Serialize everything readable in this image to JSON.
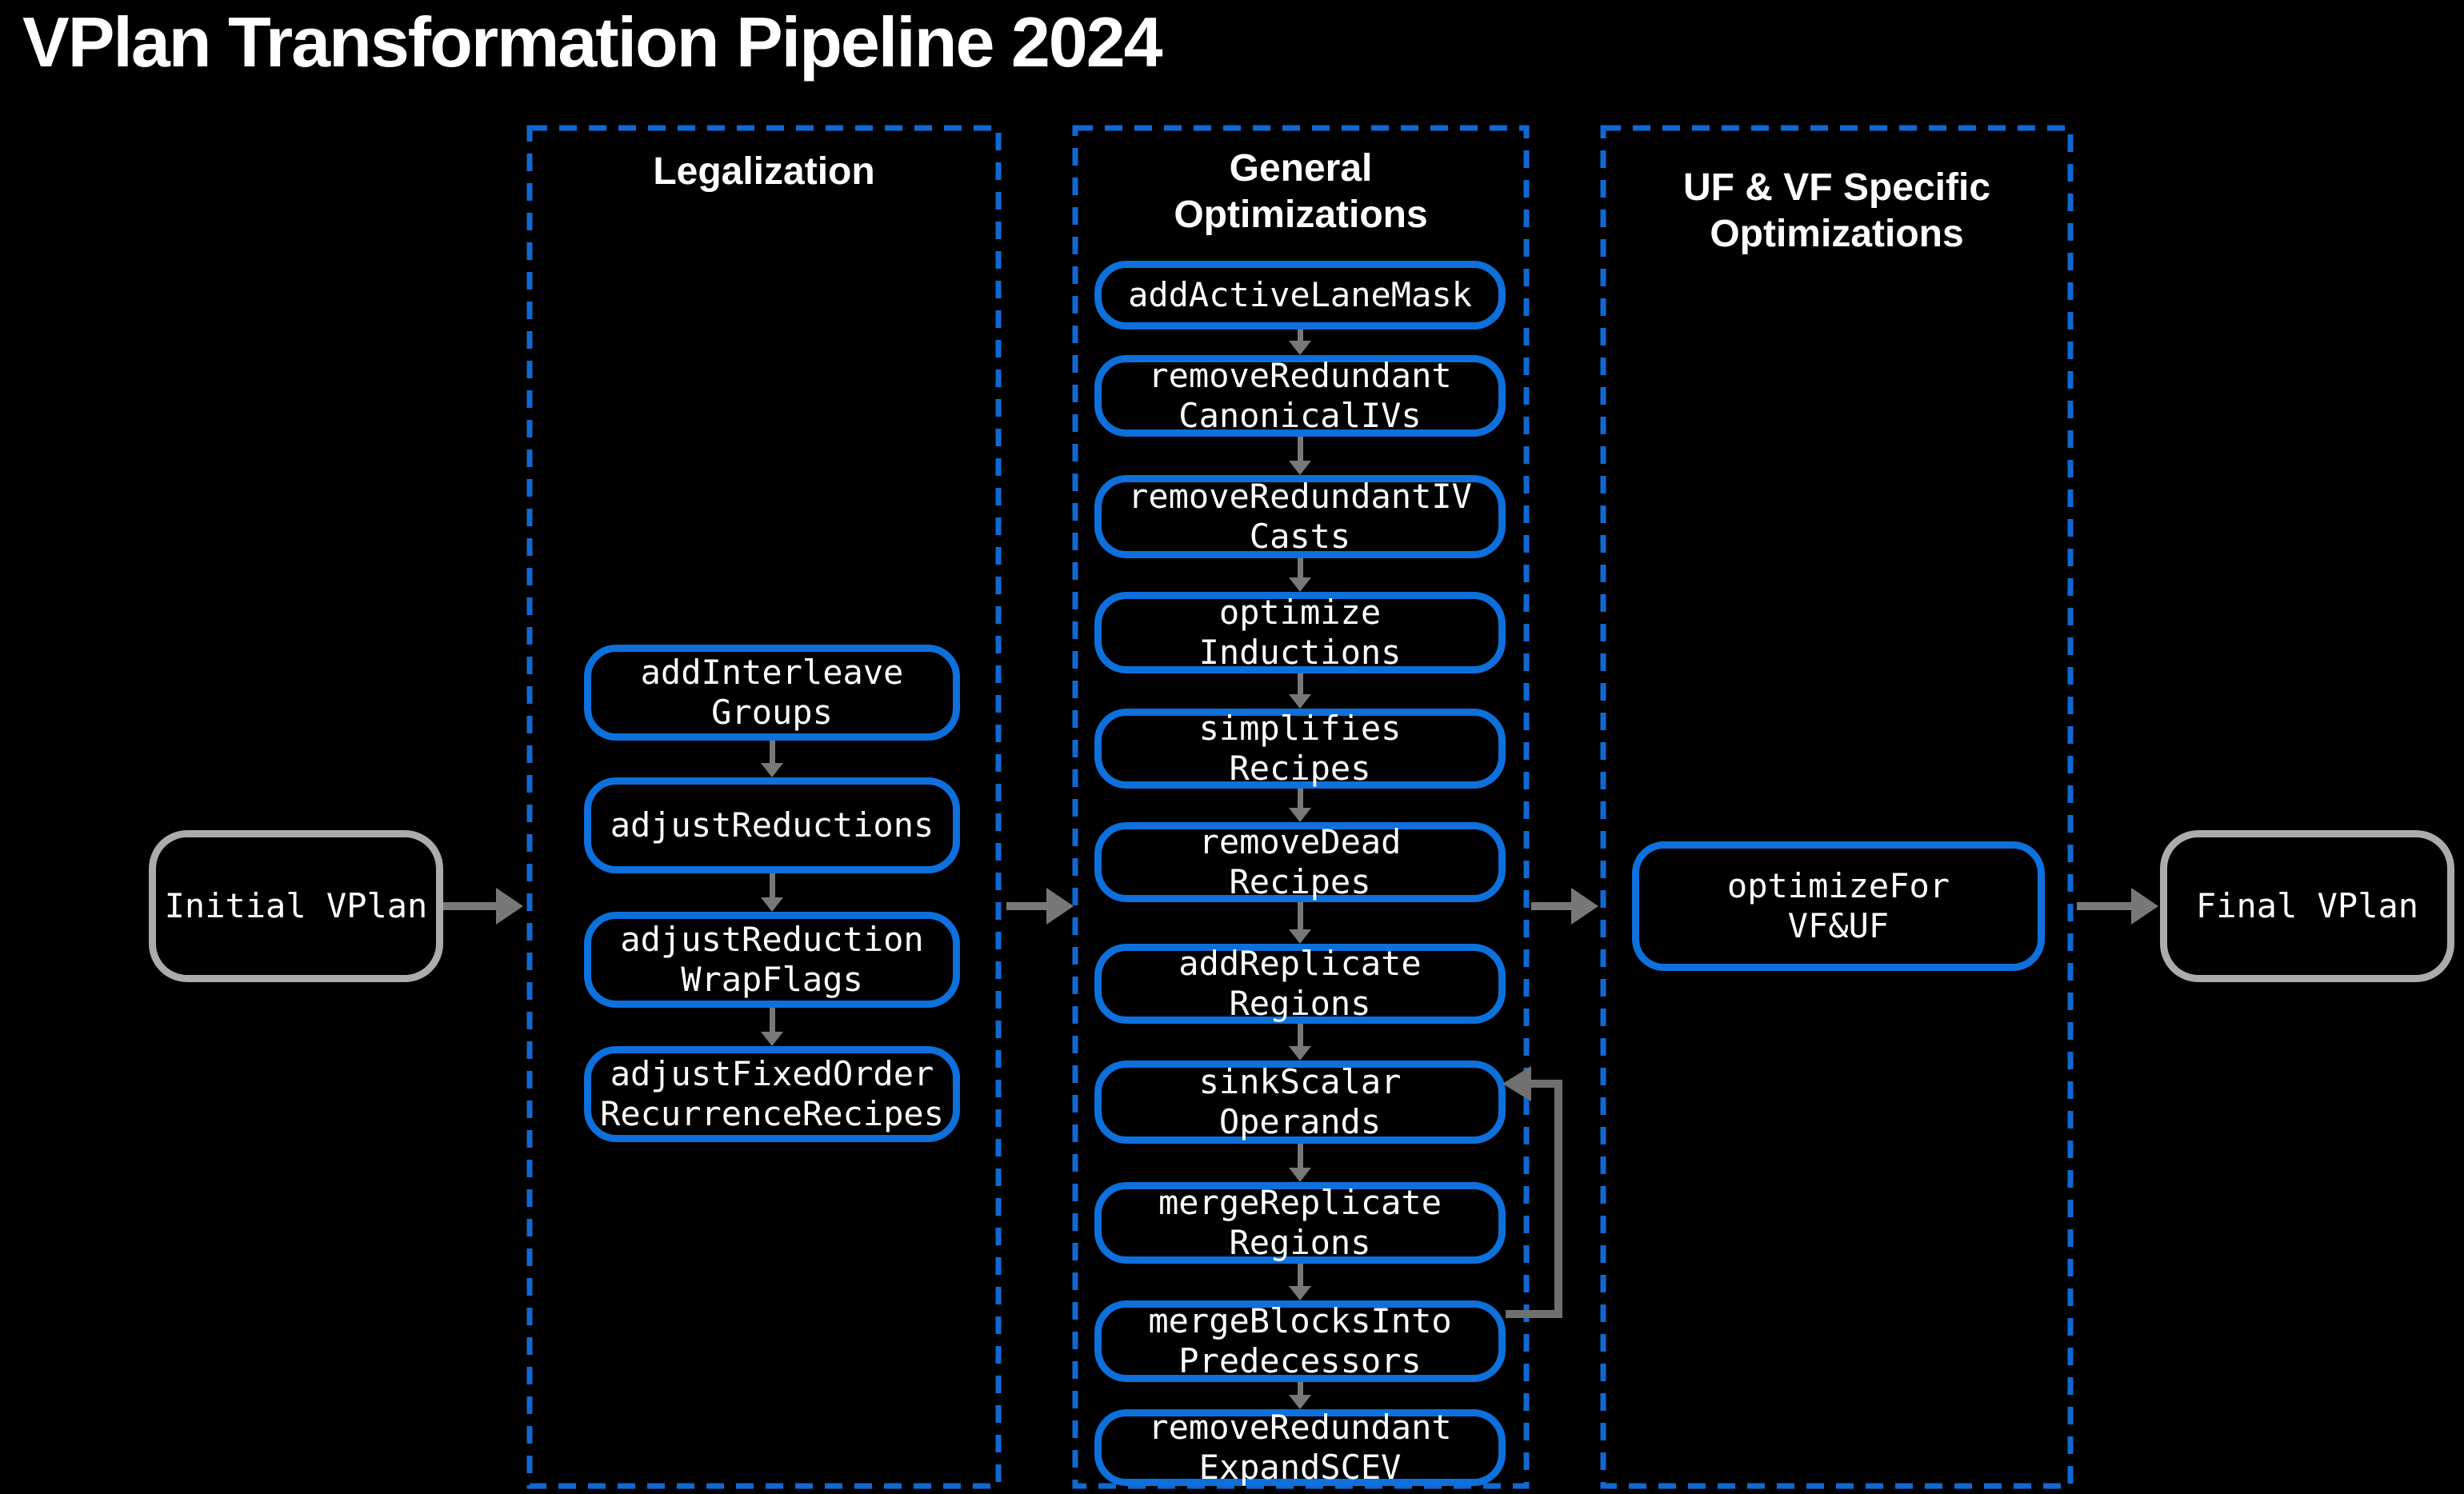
{
  "title": "VPlan Transformation Pipeline 2024",
  "colors": {
    "background": "#000000",
    "node_border_blue": "#0D70DC",
    "column_dash_blue": "#1068D2",
    "arrow_gray": "#787878",
    "loop_arrow_gray": "#707070",
    "endpoint_border_gray": "#ACACAC",
    "text_white": "#FFFFFF"
  },
  "start_node": {
    "label": "Initial VPlan"
  },
  "end_node": {
    "label": "Final VPlan"
  },
  "columns": [
    {
      "header_lines": [
        "Legalization"
      ],
      "nodes": [
        {
          "id": "addInterleaveGroups",
          "lines": [
            "addInterleave",
            "Groups"
          ]
        },
        {
          "id": "adjustReductions",
          "lines": [
            "adjustReductions"
          ]
        },
        {
          "id": "adjustReductionWrapFlags",
          "lines": [
            "adjustReduction",
            "WrapFlags"
          ]
        },
        {
          "id": "adjustFixedOrderRecurrenceRecipes",
          "lines": [
            "adjustFixedOrder",
            "RecurrenceRecipes"
          ]
        }
      ]
    },
    {
      "header_lines": [
        "General",
        "Optimizations"
      ],
      "nodes": [
        {
          "id": "addActiveLaneMask",
          "lines": [
            "addActiveLaneMask"
          ]
        },
        {
          "id": "removeRedundantCanonicalIVs",
          "lines": [
            "removeRedundant",
            "CanonicalIVs"
          ]
        },
        {
          "id": "removeRedundantIVCasts",
          "lines": [
            "removeRedundantIV",
            "Casts"
          ]
        },
        {
          "id": "optimizeInductions",
          "lines": [
            "optimize",
            "Inductions"
          ]
        },
        {
          "id": "simplifiesRecipes",
          "lines": [
            "simplifies",
            "Recipes"
          ]
        },
        {
          "id": "removeDeadRecipes",
          "lines": [
            "removeDead",
            "Recipes"
          ]
        },
        {
          "id": "addReplicateRegions",
          "lines": [
            "addReplicate",
            "Regions"
          ]
        },
        {
          "id": "sinkScalarOperands",
          "lines": [
            "sinkScalar",
            "Operands"
          ]
        },
        {
          "id": "mergeReplicateRegions",
          "lines": [
            "mergeReplicate",
            "Regions"
          ]
        },
        {
          "id": "mergeBlocksIntoPredecessors",
          "lines": [
            "mergeBlocksInto",
            "Predecessors"
          ]
        },
        {
          "id": "removeRedundantExpandSCEV",
          "lines": [
            "removeRedundant",
            "ExpandSCEV"
          ]
        }
      ]
    },
    {
      "header_lines": [
        "UF & VF Specific",
        "Optimizations"
      ],
      "nodes": [
        {
          "id": "optimizeForVFUF",
          "lines": [
            "optimizeFor",
            "VF&UF"
          ]
        }
      ]
    }
  ],
  "loop_edge": {
    "from": "mergeBlocksIntoPredecessors",
    "to": "sinkScalarOperands"
  }
}
